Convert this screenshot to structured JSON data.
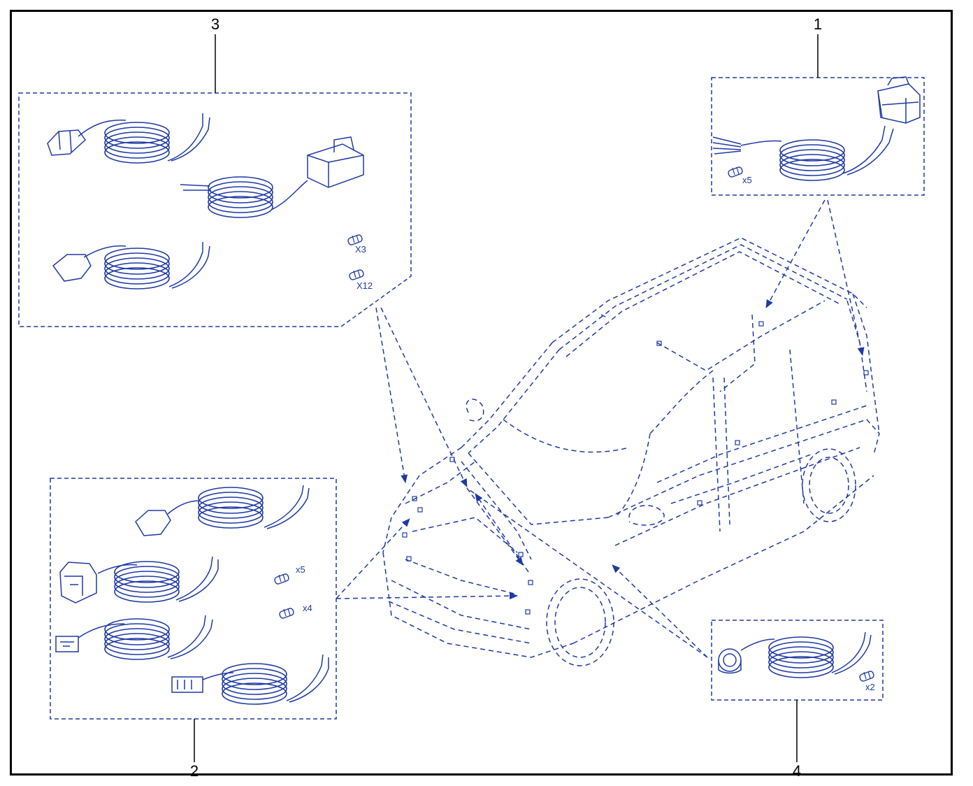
{
  "colors": {
    "line": "#1f3aa3",
    "frame": "#000000",
    "background": "#ffffff"
  },
  "callouts": [
    {
      "number": "1"
    },
    {
      "number": "2"
    },
    {
      "number": "3"
    },
    {
      "number": "4"
    }
  ],
  "kits": {
    "kit1": {
      "quantities": [
        "x5"
      ]
    },
    "kit2": {
      "quantities": [
        "x5",
        "x4"
      ]
    },
    "kit3": {
      "quantities": [
        "X3",
        "X12"
      ]
    },
    "kit4": {
      "quantities": [
        "x2"
      ]
    }
  }
}
